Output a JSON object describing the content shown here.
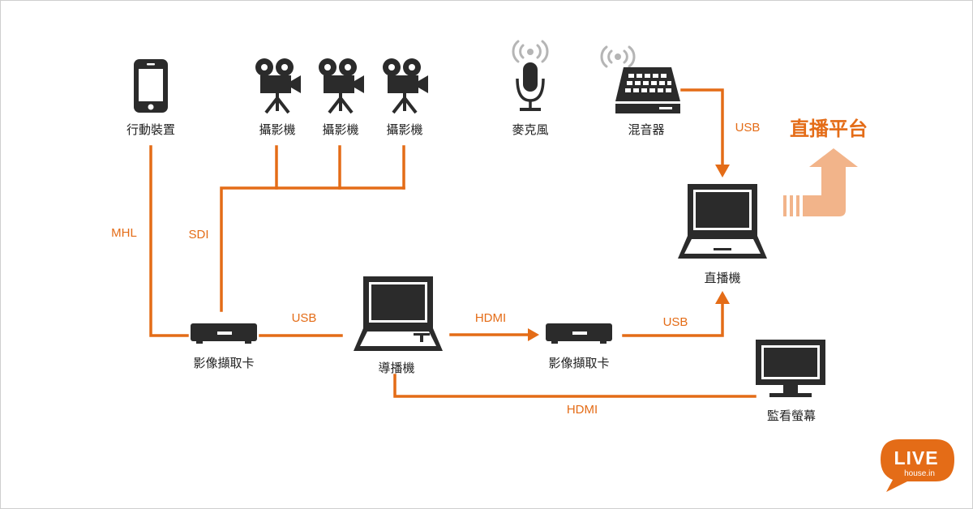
{
  "devices": {
    "mobile": "行動裝置",
    "camera_1": "攝影機",
    "camera_2": "攝影機",
    "camera_3": "攝影機",
    "microphone": "麥克風",
    "mixer": "混音器",
    "capture_card_left": "影像擷取卡",
    "director": "導播機",
    "capture_card_right": "影像擷取卡",
    "streaming_pc": "直播機",
    "monitor": "監看螢幕"
  },
  "connections": {
    "mhl": "MHL",
    "sdi": "SDI",
    "usb_capture_to_director": "USB",
    "hdmi_director_to_capture": "HDMI",
    "usb_capture_to_streaming": "USB",
    "usb_mixer_to_streaming": "USB",
    "hdmi_director_to_monitor": "HDMI"
  },
  "platform": "直播平台",
  "logo": {
    "brand": "LIVE",
    "domain": "house.in"
  },
  "colors": {
    "connector": "#e46c17",
    "device": "#2b2b2b",
    "arrow_light": "#f2b48a"
  }
}
